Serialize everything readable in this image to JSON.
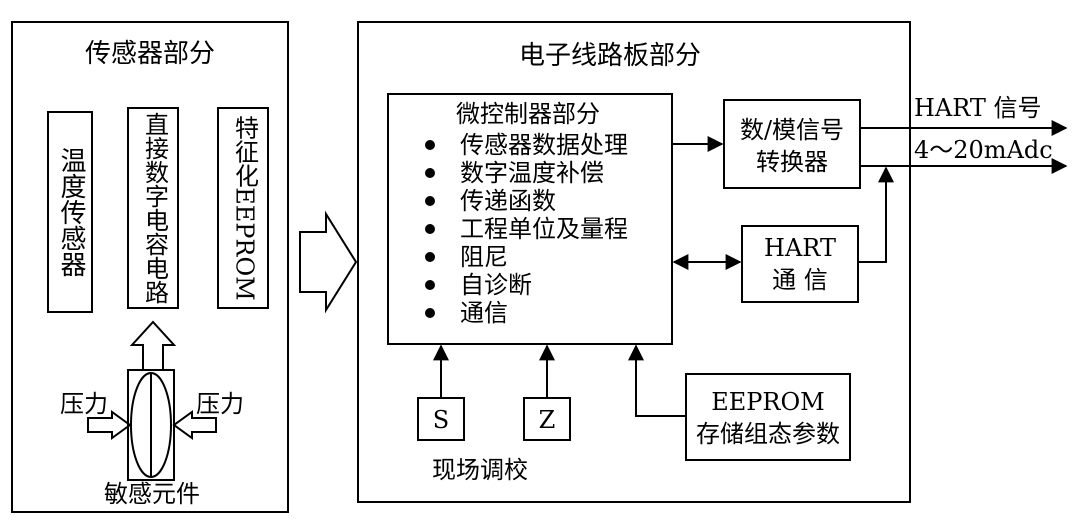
{
  "sensor_section": {
    "title": "传感器部分",
    "temperature_sensor": "温度传感器",
    "direct_digital_capacitance_circuit": "直接数字电容电路",
    "characterization_eeprom": "特征化EEPROM",
    "pressure_left": "压力",
    "pressure_right": "压力",
    "sensing_element": "敏感元件"
  },
  "electronics_section": {
    "title": "电子线路板部分",
    "microcontroller": {
      "title": "微控制器部分",
      "items": [
        "传感器数据处理",
        "数字温度补偿",
        "传递函数",
        "工程单位及量程",
        "阻尼",
        "自诊断",
        "通信"
      ]
    },
    "da_converter": {
      "line1": "数/模信号",
      "line2": "转换器"
    },
    "hart_comm": {
      "line1": "HART",
      "line2": "通 信"
    },
    "eeprom": {
      "line1": "EEPROM",
      "line2": "存储组态参数"
    },
    "s_button": "S",
    "z_button": "Z",
    "field_calibration": "现场调校"
  },
  "outputs": {
    "hart_signal": "HART 信号",
    "current_signal": "4～20mAdc"
  }
}
